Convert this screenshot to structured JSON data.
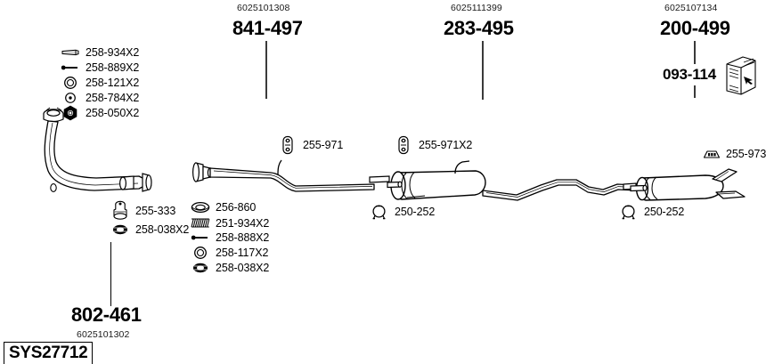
{
  "diagram": {
    "system_code": "SYS27712",
    "title_hidden": ""
  },
  "top_labels": [
    {
      "oem": "6025101308",
      "number": "841-497",
      "name": "front-pipe-callout"
    },
    {
      "oem": "6025111399",
      "number": "283-495",
      "name": "centre-silencer-callout"
    },
    {
      "oem": "6025107134",
      "number": "200-499",
      "name": "rear-silencer-callout"
    }
  ],
  "top_right_sub": {
    "number": "093-114",
    "name": "heat-shield-callout"
  },
  "bottom_label": {
    "number": "802-461",
    "oem": "6025101302",
    "name": "exhaust-manifold-pipe-callout"
  },
  "legend_top_left": {
    "items": [
      {
        "code": "258-934X2",
        "icon": "sleeve-icon"
      },
      {
        "code": "258-889X2",
        "icon": "bolt-icon"
      },
      {
        "code": "258-121X2",
        "icon": "washer-ring-icon"
      },
      {
        "code": "258-784X2",
        "icon": "small-washer-icon"
      },
      {
        "code": "258-050X2",
        "icon": "hex-nut-icon"
      }
    ]
  },
  "legend_front_pipe": {
    "items": [
      {
        "code": "255-333",
        "icon": "rubber-mount-icon"
      },
      {
        "code": "258-038X2",
        "icon": "flange-nut-icon"
      }
    ]
  },
  "legend_mid_pipe": {
    "items": [
      {
        "code": "256-860",
        "icon": "gasket-ring-icon"
      },
      {
        "code": "251-934X2",
        "icon": "coil-spring-icon"
      },
      {
        "code": "258-888X2",
        "icon": "bolt-icon"
      },
      {
        "code": "258-117X2",
        "icon": "washer-ring-icon"
      },
      {
        "code": "258-038X2",
        "icon": "flange-nut-icon"
      }
    ]
  },
  "inline_labels": [
    {
      "code": "255-971",
      "icon": "rubber-hanger-icon",
      "name": "hanger-255-971"
    },
    {
      "code": "255-971X2",
      "icon": "rubber-hanger-icon",
      "name": "hanger-255-971x2"
    },
    {
      "code": "255-973",
      "icon": "hanger-bracket-icon",
      "name": "hanger-255-973"
    },
    {
      "code": "250-252",
      "icon": "clamp-ring-icon",
      "name": "clamp-250-252-centre"
    },
    {
      "code": "250-252",
      "icon": "clamp-ring-icon",
      "name": "clamp-250-252-rear"
    }
  ],
  "colors": {
    "line": "#000000",
    "leader": "#3a3a3a",
    "background": "#ffffff"
  }
}
